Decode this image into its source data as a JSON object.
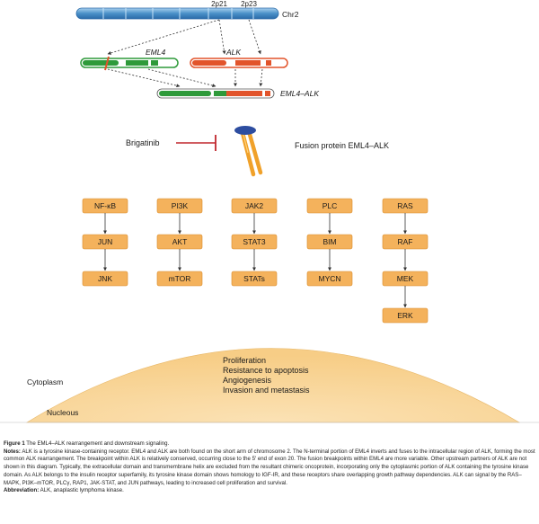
{
  "chromosome": {
    "name": "Chr2",
    "band_left": "2p21",
    "band_right": "2p23"
  },
  "genes": {
    "eml4": "EML4",
    "alk": "ALK",
    "fusion": "EML4–ALK"
  },
  "drug": {
    "name": "Brigatinib",
    "protein_label": "Fusion protein EML4–ALK"
  },
  "pathways": [
    {
      "nodes": [
        "NF-κB",
        "JUN",
        "JNK"
      ]
    },
    {
      "nodes": [
        "PI3K",
        "AKT",
        "mTOR"
      ]
    },
    {
      "nodes": [
        "JAK2",
        "STAT3",
        "STATs"
      ]
    },
    {
      "nodes": [
        "PLC",
        "BIM",
        "MYCN"
      ]
    },
    {
      "nodes": [
        "RAS",
        "RAF",
        "MEK",
        "ERK"
      ]
    }
  ],
  "outcomes": [
    "Proliferation",
    "Resistance to apoptosis",
    "Angiogenesis",
    "Invasion and metastasis"
  ],
  "compartments": {
    "cytoplasm": "Cytoplasm",
    "nucleus": "Nucleous"
  },
  "colors": {
    "chromosome": "#4a90c8",
    "eml4": "#2e9a3a",
    "alk": "#e2542b",
    "node_fill": "#f4b25c",
    "node_edge": "#d88a2a",
    "drug_line": "#c0262d",
    "protein_cap": "#2d4da0",
    "protein_body": "#f0a12a",
    "nucleus_fill": "#fbe2b5"
  },
  "caption": {
    "figure_label": "Figure 1",
    "title": "The EML4–ALK rearrangement and downstream signaling.",
    "notes_label": "Notes:",
    "notes_text": "ALK is a tyrosine kinase-containing receptor. EML4 and ALK are both found on the short arm of chromosome 2. The N-terminal portion of EML4 inverts and fuses to the intracellular region of ALK, forming the most common ALK rearrangement. The breakpoint within ALK is relatively conserved, occurring close to the 5′ end of exon 20. The fusion breakpoints within EML4 are more variable. Other upstream partners of ALK are not shown in this diagram. Typically, the extracellular domain and transmembrane helix are excluded from the resultant chimeric oncoprotein, incorporating only the cytoplasmic portion of ALK containing the tyrosine kinase domain. As ALK belongs to the insulin receptor superfamily, its tyrosine kinase domain shows homology to IGF-IR, and these receptors share overlapping growth pathway dependencies. ALK can signal by the RAS–MAPK, PI3K–mTOR, PLCγ, RAP1, JAK-STAT, and JUN pathways, leading to increased cell proliferation and survival.",
    "abbrev_label": "Abbreviation:",
    "abbrev_text": "ALK, anaplastic lymphoma kinase."
  }
}
